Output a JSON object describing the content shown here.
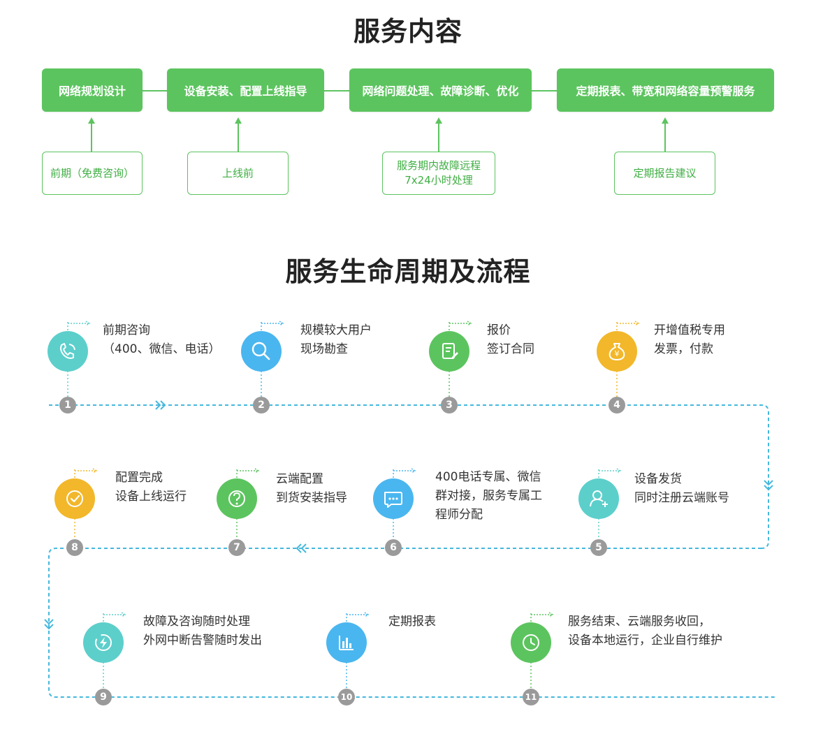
{
  "services": {
    "title": "服务内容",
    "stages": [
      {
        "label": "网络规划设计",
        "input": "前期（免费咨询）"
      },
      {
        "label": "设备安装、配置上线指导",
        "input": "上线前"
      },
      {
        "label": "网络问题处理、故障诊断、优化",
        "input": "服务期内故障远程\n7x24小时处理"
      },
      {
        "label": "定期报表、带宽和网络容量预警服务",
        "input": "定期报告建议"
      }
    ]
  },
  "lifecycle": {
    "title": "服务生命周期及流程",
    "steps": [
      {
        "num": "1",
        "text": "前期咨询\n（400、微信、电话）",
        "icon": "phone-icon",
        "color": "#5ccfcb"
      },
      {
        "num": "2",
        "text": "规模较大用户\n现场勘查",
        "icon": "search-icon",
        "color": "#4ab6ef"
      },
      {
        "num": "3",
        "text": "报价\n签订合同",
        "icon": "contract-icon",
        "color": "#5cc45f"
      },
      {
        "num": "4",
        "text": "开增值税专用\n发票，付款",
        "icon": "money-bag-icon",
        "color": "#f2b72a"
      },
      {
        "num": "5",
        "text": "设备发货\n同时注册云端账号",
        "icon": "add-user-icon",
        "color": "#5ccfcb"
      },
      {
        "num": "6",
        "text": "400电话专属、微信\n群对接，服务专属工\n程师分配",
        "icon": "chat-icon",
        "color": "#4ab6ef"
      },
      {
        "num": "7",
        "text": "云端配置\n到货安装指导",
        "icon": "question-icon",
        "color": "#5cc45f"
      },
      {
        "num": "8",
        "text": "配置完成\n设备上线运行",
        "icon": "check-icon",
        "color": "#f2b72a"
      },
      {
        "num": "9",
        "text": "故障及咨询随时处理\n外网中断告警随时发出",
        "icon": "lightning-icon",
        "color": "#5ccfcb"
      },
      {
        "num": "10",
        "text": "定期报表",
        "icon": "bar-chart-icon",
        "color": "#4ab6ef"
      },
      {
        "num": "11",
        "text": "服务结束、云端服务收回，\n设备本地运行，企业自行维护",
        "icon": "clock-icon",
        "color": "#5cc45f"
      }
    ]
  },
  "colors": {
    "green": "#5cc45f",
    "dashed_line": "#45b8dc",
    "step_number": "#9a9a9a"
  }
}
